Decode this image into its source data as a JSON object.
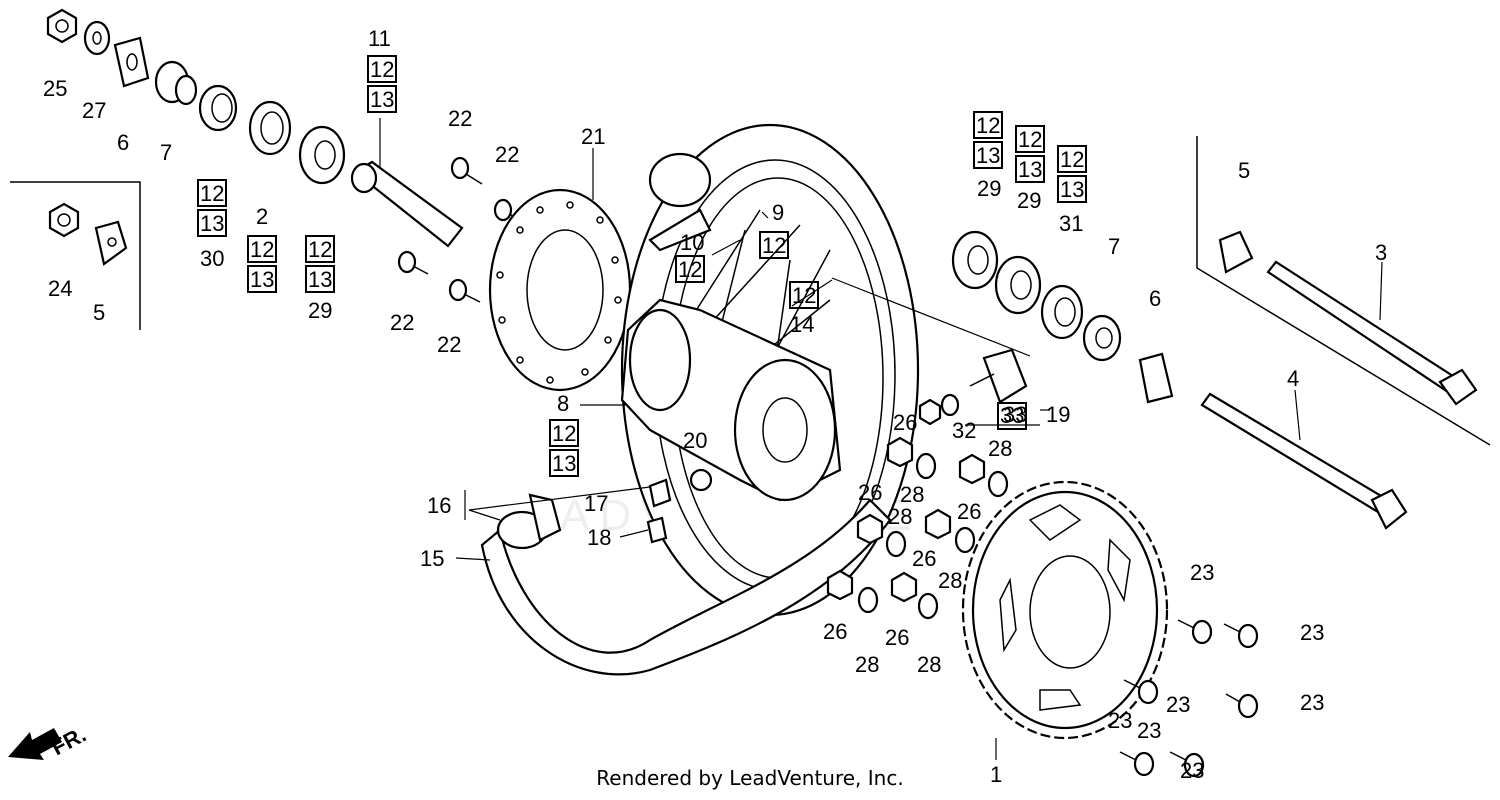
{
  "diagram": {
    "footer": "Rendered by LeadVenture, Inc.",
    "direction_label": "FR.",
    "watermark": "ADVENTURE",
    "callouts": [
      {
        "id": "c25",
        "text": "25"
      },
      {
        "id": "c27",
        "text": "27"
      },
      {
        "id": "c6a",
        "text": "6"
      },
      {
        "id": "c7a",
        "text": "7"
      },
      {
        "id": "c30",
        "text": "30"
      },
      {
        "id": "c2",
        "text": "2"
      },
      {
        "id": "c29a",
        "text": "29"
      },
      {
        "id": "c11",
        "text": "11"
      },
      {
        "id": "c24",
        "text": "24"
      },
      {
        "id": "c5a",
        "text": "5"
      },
      {
        "id": "c22a",
        "text": "22"
      },
      {
        "id": "c22b",
        "text": "22"
      },
      {
        "id": "c22c",
        "text": "22"
      },
      {
        "id": "c22d",
        "text": "22"
      },
      {
        "id": "c21",
        "text": "21"
      },
      {
        "id": "c9",
        "text": "9"
      },
      {
        "id": "c10",
        "text": "10"
      },
      {
        "id": "c14",
        "text": "14"
      },
      {
        "id": "c8",
        "text": "8"
      },
      {
        "id": "c20",
        "text": "20"
      },
      {
        "id": "c16",
        "text": "16"
      },
      {
        "id": "c17",
        "text": "17"
      },
      {
        "id": "c18",
        "text": "18"
      },
      {
        "id": "c15",
        "text": "15"
      },
      {
        "id": "c29b",
        "text": "29"
      },
      {
        "id": "c29c",
        "text": "29"
      },
      {
        "id": "c31",
        "text": "31"
      },
      {
        "id": "c7b",
        "text": "7"
      },
      {
        "id": "c6b",
        "text": "6"
      },
      {
        "id": "c5b",
        "text": "5"
      },
      {
        "id": "c3",
        "text": "3"
      },
      {
        "id": "c4",
        "text": "4"
      },
      {
        "id": "c19",
        "text": "19"
      },
      {
        "id": "c33",
        "text": "33"
      },
      {
        "id": "c32",
        "text": "32"
      },
      {
        "id": "c26a",
        "text": "26"
      },
      {
        "id": "c26b",
        "text": "26"
      },
      {
        "id": "c26c",
        "text": "26"
      },
      {
        "id": "c26d",
        "text": "26"
      },
      {
        "id": "c26e",
        "text": "26"
      },
      {
        "id": "c26f",
        "text": "26"
      },
      {
        "id": "c28a",
        "text": "28"
      },
      {
        "id": "c28b",
        "text": "28"
      },
      {
        "id": "c28c",
        "text": "28"
      },
      {
        "id": "c28d",
        "text": "28"
      },
      {
        "id": "c28e",
        "text": "28"
      },
      {
        "id": "c28f",
        "text": "28"
      },
      {
        "id": "c1",
        "text": "1"
      },
      {
        "id": "c23a",
        "text": "23"
      },
      {
        "id": "c23b",
        "text": "23"
      },
      {
        "id": "c23c",
        "text": "23"
      },
      {
        "id": "c23d",
        "text": "23"
      },
      {
        "id": "c23e",
        "text": "23"
      },
      {
        "id": "c23f",
        "text": "23"
      },
      {
        "id": "c23g",
        "text": "23"
      }
    ],
    "boxed_labels": [
      {
        "id": "b12a",
        "text": "12"
      },
      {
        "id": "b13a",
        "text": "13"
      },
      {
        "id": "b12b",
        "text": "12"
      },
      {
        "id": "b13b",
        "text": "13"
      },
      {
        "id": "b12c",
        "text": "12"
      },
      {
        "id": "b13c",
        "text": "13"
      },
      {
        "id": "b12d",
        "text": "12"
      },
      {
        "id": "b13d",
        "text": "13"
      },
      {
        "id": "b12e",
        "text": "12"
      },
      {
        "id": "b12f",
        "text": "12"
      },
      {
        "id": "b12g",
        "text": "12"
      },
      {
        "id": "b12h",
        "text": "12"
      },
      {
        "id": "b13h",
        "text": "13"
      },
      {
        "id": "b12i",
        "text": "12"
      },
      {
        "id": "b13i",
        "text": "13"
      },
      {
        "id": "b12j",
        "text": "12"
      },
      {
        "id": "b13j",
        "text": "13"
      },
      {
        "id": "b12k",
        "text": "12"
      },
      {
        "id": "b13k",
        "text": "13"
      },
      {
        "id": "b33",
        "text": "33"
      }
    ]
  }
}
